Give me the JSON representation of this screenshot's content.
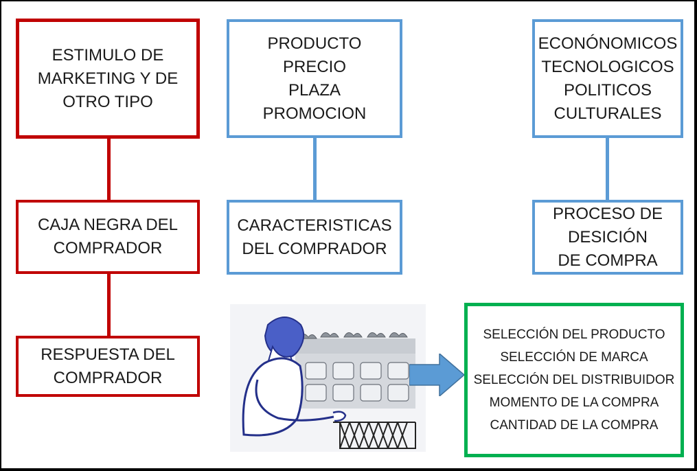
{
  "diagram": {
    "col1": {
      "stimulus": [
        "ESTIMULO DE",
        "MARKETING Y DE",
        "OTRO TIPO"
      ],
      "black_box": [
        "CAJA NEGRA DEL",
        "COMPRADOR"
      ],
      "response": [
        "RESPUESTA DEL",
        "COMPRADOR"
      ]
    },
    "col2": {
      "marketing_mix": [
        "PRODUCTO",
        "PRECIO",
        "PLAZA",
        "PROMOCION"
      ],
      "characteristics": [
        "CARACTERISTICAS",
        "DEL COMPRADOR"
      ]
    },
    "col3": {
      "environment": [
        "ECONÓNOMICOS",
        "TECNOLOGICOS",
        "POLITICOS",
        "CULTURALES"
      ],
      "decision": [
        "PROCESO DE",
        "DESICIÓN",
        "DE COMPRA"
      ]
    },
    "responses": [
      "SELECCIÓN DEL PRODUCTO",
      "SELECCIÓN DE MARCA",
      "SELECCIÓN DEL DISTRIBUIDOR",
      "MOMENTO DE LA COMPRA",
      "CANTIDAD DE LA COMPRA"
    ],
    "colors": {
      "red": "#c00000",
      "blue": "#5b9bd5",
      "green": "#00b050",
      "arrow": "#5b9bd5"
    },
    "icons": {
      "illustration": "shopper-icon",
      "arrow": "right-arrow-icon"
    }
  }
}
